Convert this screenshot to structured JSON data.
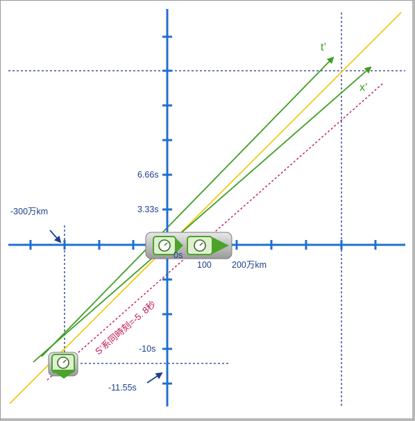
{
  "labels": {
    "y_tick_1": "3.33s",
    "y_tick_2": "6.66s",
    "y_tick_neg": "-10s",
    "origin": "0s",
    "x_100": "100",
    "x_200": "200万km",
    "x_neg300": "-300万km",
    "t_neg": "-11.55s",
    "t_prime": "t’",
    "x_prime": "x’",
    "simultaneity": "S’系同時刻=-5. 8秒"
  },
  "colors": {
    "axis": "#1f6fd0",
    "guide": "#1a2f8a",
    "light": "#f2c818",
    "frame_lines": "#3e9e22",
    "simultaneity": "#c0134c",
    "rocket": "#4aa42a"
  },
  "icons": [
    "clock-icon",
    "rocket-icon"
  ]
}
